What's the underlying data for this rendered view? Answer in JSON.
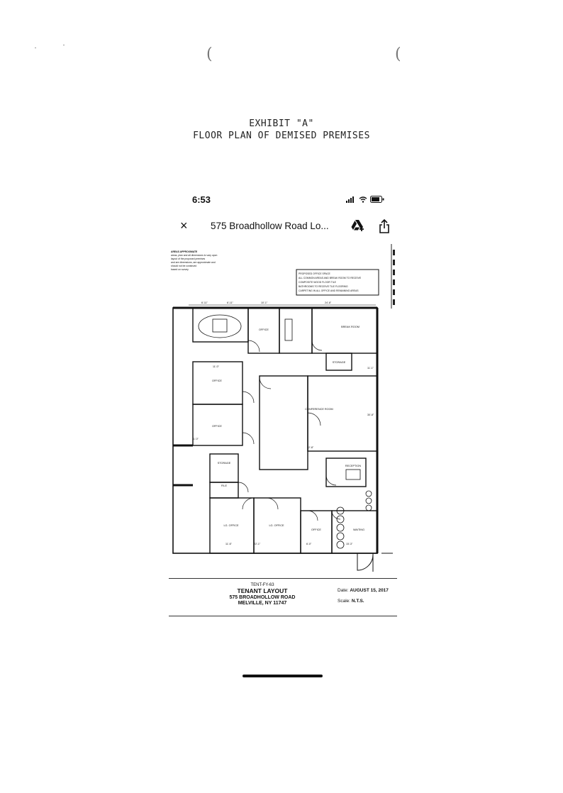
{
  "exhibit": {
    "title": "EXHIBIT \"A\"",
    "subtitle": "FLOOR PLAN OF DEMISED PREMISES"
  },
  "phone": {
    "time": "6:53",
    "status_icons": [
      "signal-icon",
      "wifi-icon",
      "battery-icon"
    ],
    "toolbar": {
      "close_label": "×",
      "document_title": "575 Broadhollow Road Lo...",
      "icons": [
        "drive-add-icon",
        "share-icon"
      ]
    }
  },
  "floor_plan": {
    "note_top_left": [
      "AREAS APPROXIMATE",
      "areas, plan and all dimensions to vary upon",
      "layout of the proposed premises",
      "and are dimensions, are approximate and",
      "should not be construed",
      "based on survey"
    ],
    "notes_box": [
      "PROPOSED OFFICE SPACE",
      "ALL COMMON AREAS AND BREAK ROOM TO RECEIVE",
      "COMPOSITE WOOD FLOOR TILE",
      "BATHROOMS TO RECEIVE TILE FLOORING",
      "CARPETING IN ALL OFFICE AND REMAINING AREAS"
    ],
    "rooms": {
      "office_1": "OFFICE",
      "office_2": "OFFICE",
      "office_3": "OFFICE",
      "office_4": "OFFICE",
      "break_room": "BREAK ROOM",
      "storage": "STORAGE",
      "reception": "RECEPTION",
      "conference": "CONFERENCE ROOM",
      "lg_office_1": "LG. OFFICE",
      "lg_office_2": "LG. OFFICE",
      "storage_2": "STORAGE",
      "file": "FILE",
      "waiting": "WAITING"
    },
    "dimensions": [
      "6'-11\"",
      "6'-11\"",
      "10'-1\"",
      "24'-8\"",
      "11'-0\"",
      "30'-8\"",
      "12'-8\"",
      "11'-6\"",
      "6'-0\"",
      "15'-3\"",
      "22'-1\"",
      "11'-1\"",
      "11'-0\""
    ]
  },
  "caption": {
    "exhibit_ref": "TENT-FY-63",
    "title": "TENANT LAYOUT",
    "address_line1": "575 BROADHOLLOW ROAD",
    "address_line2": "MELVILLE, NY 11747",
    "date_label": "Date:",
    "date_value": "AUGUST 15, 2017",
    "scale_label": "Scale:",
    "scale_value": "N.T.S."
  }
}
